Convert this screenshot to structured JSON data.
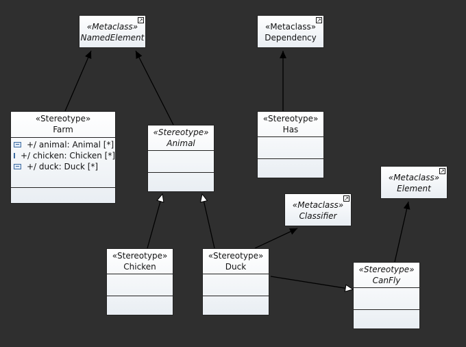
{
  "diagram": {
    "metaclasses": {
      "named_element": {
        "stereotype": "«Metaclass»",
        "name": "NamedElement"
      },
      "dependency": {
        "stereotype": "«Metaclass»",
        "name": "Dependency"
      },
      "element": {
        "stereotype": "«Metaclass»",
        "name": "Element"
      },
      "classifier": {
        "stereotype": "«Metaclass»",
        "name": "Classifier"
      }
    },
    "stereotypes": {
      "farm": {
        "stereotype": "«Stereotype»",
        "name": "Farm",
        "attributes": [
          "+/ animal: Animal [*]",
          "+/ chicken: Chicken [*]",
          "+/ duck: Duck [*]"
        ]
      },
      "animal": {
        "stereotype": "«Stereotype»",
        "name": "Animal"
      },
      "has": {
        "stereotype": "«Stereotype»",
        "name": "Has"
      },
      "chicken": {
        "stereotype": "«Stereotype»",
        "name": "Chicken"
      },
      "duck": {
        "stereotype": "«Stereotype»",
        "name": "Duck"
      },
      "can_fly": {
        "stereotype": "«Stereotype»",
        "name": "CanFly"
      }
    },
    "corner_icon": "shortcut-arrow-icon",
    "attribute_icon": "property-icon"
  }
}
